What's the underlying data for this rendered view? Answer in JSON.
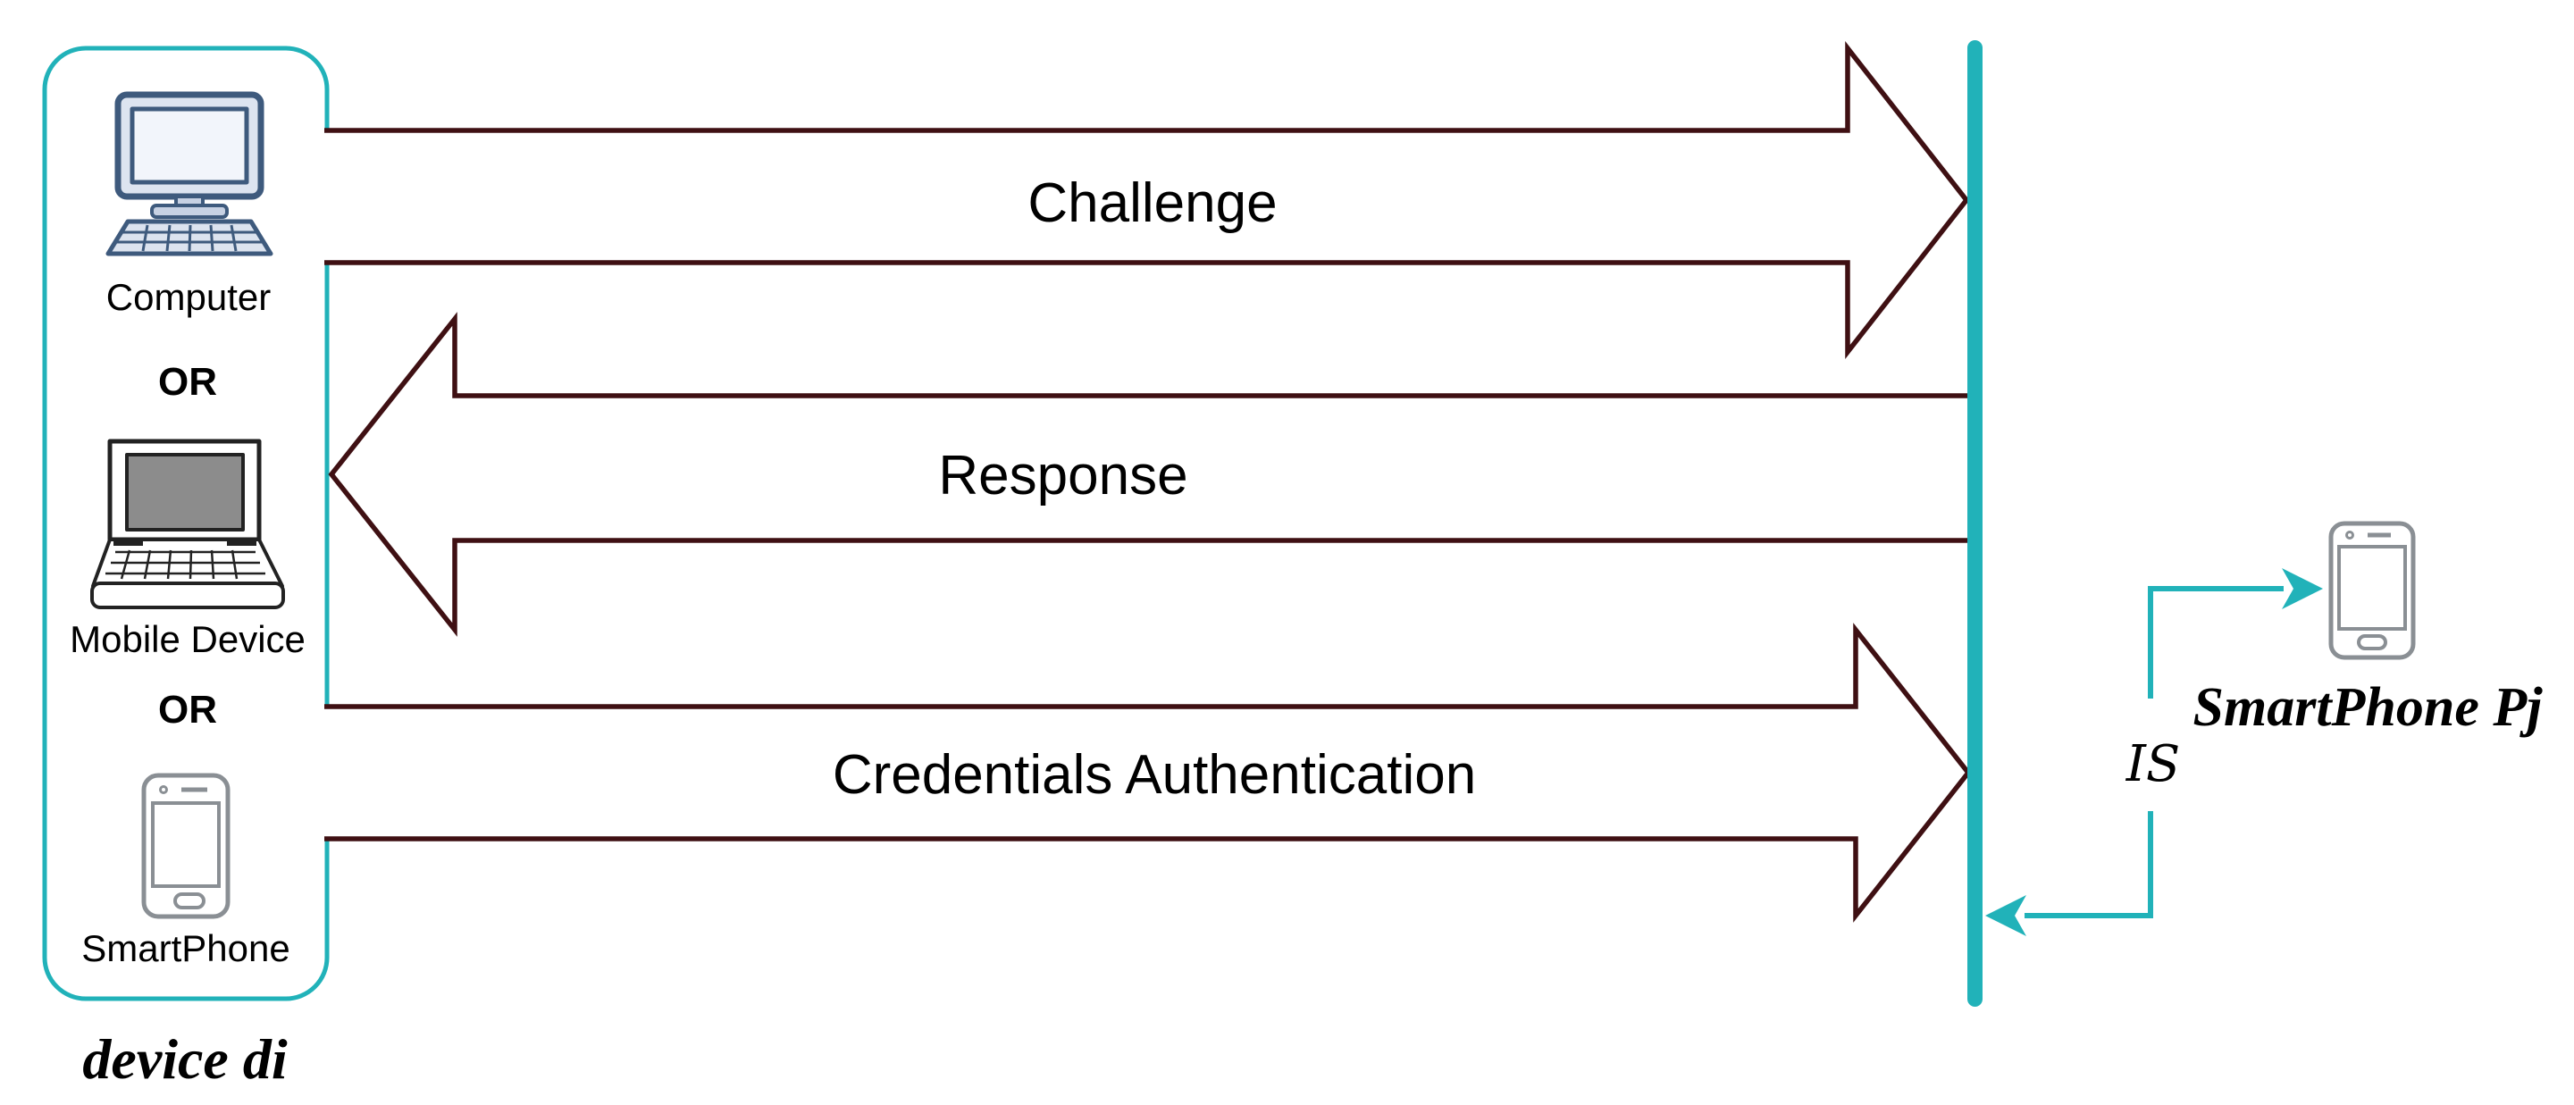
{
  "device_group": {
    "caption": "device di",
    "or_separator": "OR",
    "items": [
      {
        "label": "Computer",
        "icon": "desktop-computer-icon"
      },
      {
        "label": "Mobile Device",
        "icon": "laptop-icon"
      },
      {
        "label": "SmartPhone",
        "icon": "smartphone-icon"
      }
    ]
  },
  "flows": [
    {
      "label": "Challenge",
      "direction": "right",
      "from": "device di",
      "to": "IS"
    },
    {
      "label": "Response",
      "direction": "left",
      "from": "IS",
      "to": "device di"
    },
    {
      "label": "Credentials Authentication",
      "direction": "right",
      "from": "device di",
      "to": "IS"
    }
  ],
  "identity_server": {
    "label": "IS"
  },
  "peer_device": {
    "label": "SmartPhone Pj",
    "icon": "smartphone-icon"
  },
  "colors": {
    "flow_arrow_outline": "#3f1013",
    "teal_accent": "#21b2b9",
    "icon_blue": "#3e5a7d",
    "icon_gray": "#8a8f94",
    "laptop_screen_gray": "#8c8c8c"
  }
}
